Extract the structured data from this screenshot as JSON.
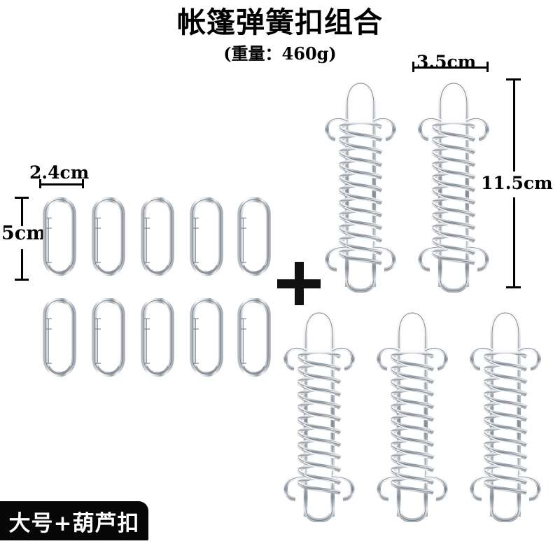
{
  "header": {
    "title": "帐篷弹簧扣组合",
    "subtitle": "(重量：460g)"
  },
  "badge": {
    "label": "大号+葫芦扣"
  },
  "plus": {
    "symbol": "+"
  },
  "dimensions": {
    "carabiner_width": "2.4cm",
    "carabiner_height": "5cm",
    "spring_width": "3.5cm",
    "spring_height": "11.5cm"
  },
  "colors": {
    "background": "#ffffff",
    "ink": "#000000",
    "badge_background": "#070707",
    "badge_text": "#ffffff",
    "metal_light": "#fdfdfd",
    "metal_mid": "#c9ccd1",
    "metal_dark": "#6f757d",
    "outline": "#4a4f56"
  },
  "products": {
    "carabiners": {
      "name": "snap-hook-carabiner",
      "count": 10,
      "rows": 2,
      "per_row": 5
    },
    "spring_buckles": {
      "name": "tent-spring-buckle",
      "count": 5,
      "top_row": 2,
      "bottom_row": 3
    }
  }
}
